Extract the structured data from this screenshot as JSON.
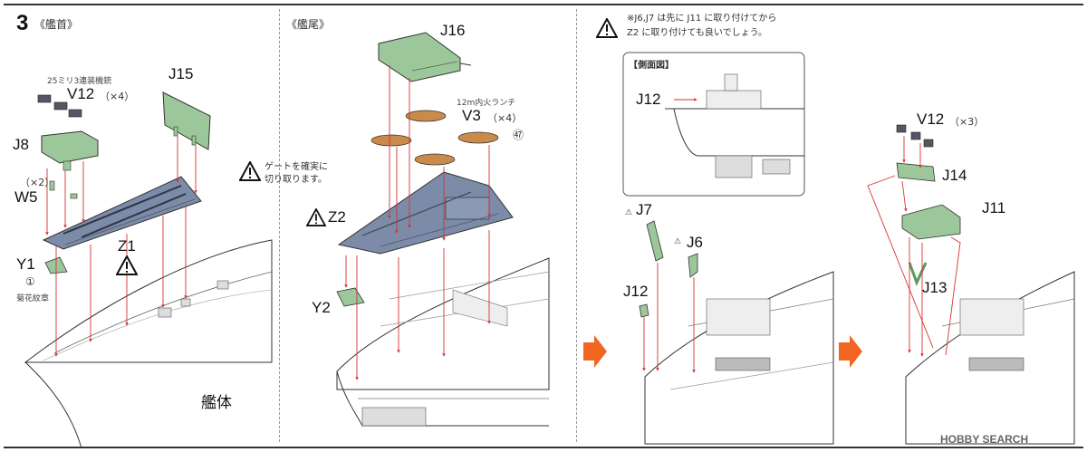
{
  "step": {
    "number": "3",
    "bow_label": "《艦首》",
    "stern_label": "《艦尾》"
  },
  "bow": {
    "mg_note": "25ミリ3連装機銃",
    "labels": {
      "v12": "V12",
      "v12_qty": "（×4）",
      "j15": "J15",
      "j8": "J8",
      "w5_qty": "（×2）",
      "w5": "W5",
      "z1": "Z1",
      "y1": "Y1",
      "circle_1": "①",
      "crest": "菊花紋章",
      "hull": "艦体"
    }
  },
  "gate_note": {
    "line1": "ゲートを確実に",
    "line2": "切り取ります。"
  },
  "stern": {
    "labels": {
      "j16": "J16",
      "launch_note": "12m内火ランチ",
      "v3": "V3",
      "v3_qty": "（×4）",
      "circle_47": "㊼",
      "z2": "Z2",
      "y2": "Y2"
    }
  },
  "optional_note": {
    "line1": "※J6,J7 は先に J11 に取り付けてから",
    "line2": "Z2 に取り付けても良いでしょう。"
  },
  "side_view": {
    "title": "【側面図】",
    "j12": "J12"
  },
  "sub1": {
    "j7": "J7",
    "j6": "J6",
    "j12": "J12"
  },
  "sub2": {
    "v12": "V12",
    "v12_qty": "（×3）",
    "j14": "J14",
    "j11": "J11",
    "j13": "J13"
  },
  "watermark": "HOBBY SEARCH",
  "colors": {
    "part_green": "#9cc79a",
    "deck_blue": "#7b8ba8",
    "boat_brown": "#c98a4a",
    "arrow_orange": "#f26522",
    "guide_red": "#d8322f"
  }
}
